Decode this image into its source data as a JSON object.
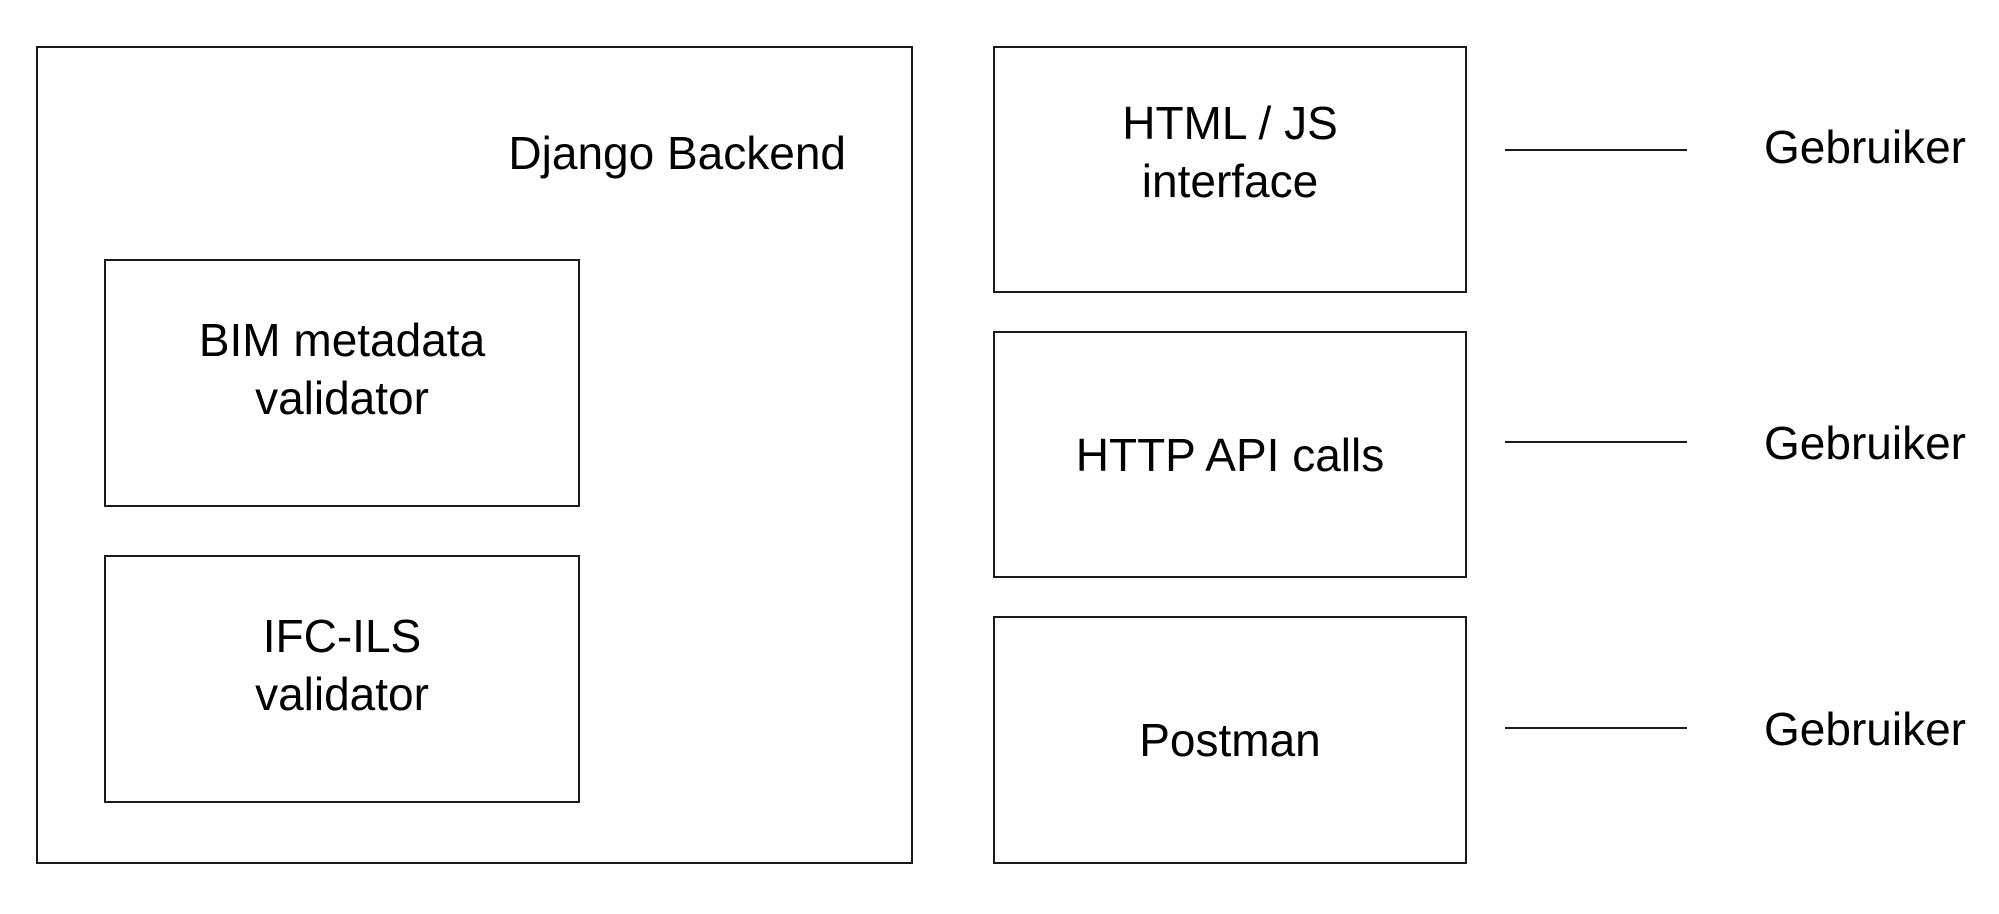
{
  "backend": {
    "title": "Django Backend",
    "components": [
      {
        "line1": "BIM metadata",
        "line2": "validator"
      },
      {
        "line1": "IFC-ILS",
        "line2": "validator"
      }
    ]
  },
  "interfaces": [
    {
      "line1": "HTML / JS",
      "line2": "interface",
      "user": "Gebruiker"
    },
    {
      "line1": "HTTP API calls",
      "line2": "",
      "user": "Gebruiker"
    },
    {
      "line1": "Postman",
      "line2": "",
      "user": "Gebruiker"
    }
  ]
}
